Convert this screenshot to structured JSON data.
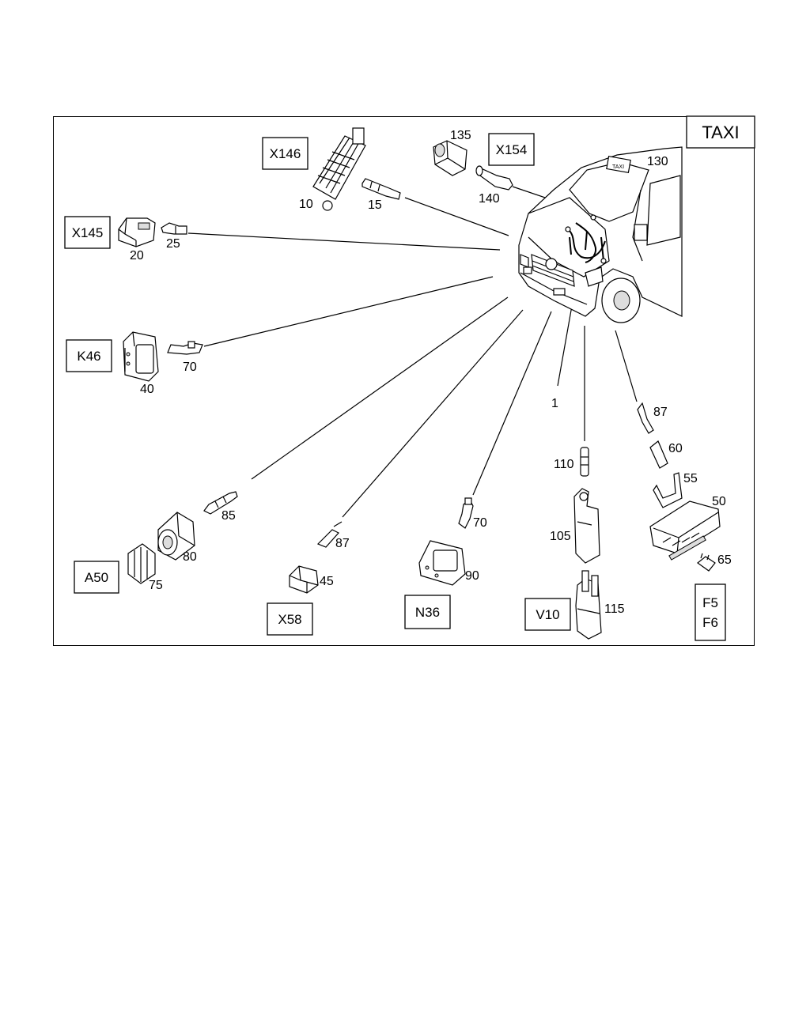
{
  "header_tag": "TAXI",
  "module_labels": {
    "x146": "X146",
    "x154": "X154",
    "x145": "X145",
    "k46": "K46",
    "a50": "A50",
    "x58": "X58",
    "n36": "N36",
    "v10": "V10",
    "f5": "F5",
    "f6": "F6"
  },
  "part_numbers": {
    "p135": "135",
    "p130": "130",
    "p10": "10",
    "p15": "15",
    "p140": "140",
    "p20": "20",
    "p25": "25",
    "p70a": "70",
    "p40": "40",
    "p1": "1",
    "p87a": "87",
    "p60": "60",
    "p55": "55",
    "p50": "50",
    "p110": "110",
    "p85": "85",
    "p70b": "70",
    "p87b": "87",
    "p105": "105",
    "p80": "80",
    "p90": "90",
    "p75": "75",
    "p45": "45",
    "p65": "65",
    "p115": "115"
  }
}
